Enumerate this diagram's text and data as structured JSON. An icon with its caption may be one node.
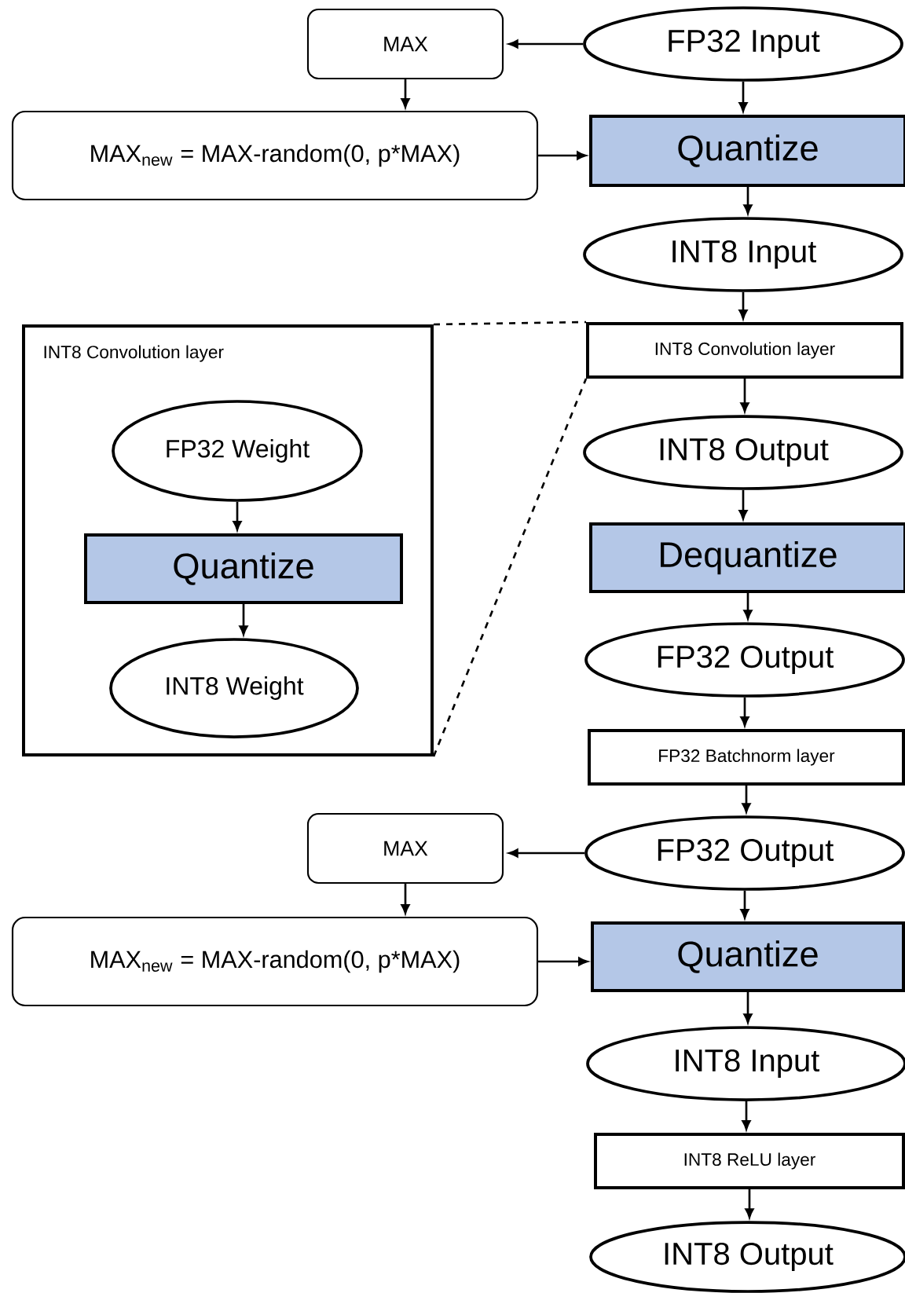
{
  "diagram": {
    "nodes": [
      {
        "text": [
          "MAX"
        ]
      },
      {
        "text": [
          "FP32 Input"
        ]
      },
      {
        "text": [
          "MAX$_{new}$ = MAX-random(0, p*MAX)"
        ]
      },
      {
        "text": [
          "Quantize"
        ]
      },
      {
        "text": [
          "INT8 Input"
        ]
      },
      {
        "text": [
          "INT8 Convolution layer"
        ]
      },
      {
        "text": [
          "FP32 Weight"
        ],
        "in": 5
      },
      {
        "text": [
          "Quantize"
        ],
        "in": 5
      },
      {
        "text": [
          "INT8 Weight"
        ],
        "in": 5
      },
      {
        "text": [
          "INT8 Convolution layer"
        ]
      },
      {
        "text": [
          "INT8 Output"
        ]
      },
      {
        "text": [
          "Dequantize"
        ]
      },
      {
        "text": [
          "FP32 Output"
        ]
      },
      {
        "text": [
          "FP32 Batchnorm layer"
        ]
      },
      {
        "text": [
          "MAX"
        ]
      },
      {
        "text": [
          "FP32 Output"
        ]
      },
      {
        "text": [
          "MAX$_{new}$ = MAX-random(0, p*MAX)"
        ]
      },
      {
        "text": [
          "Quantize"
        ]
      },
      {
        "text": [
          "INT8 Input"
        ]
      },
      {
        "text": [
          "INT8 ReLU layer"
        ]
      },
      {
        "text": [
          "INT8 Output"
        ]
      }
    ],
    "edges": [
      {
        "from": 1,
        "to": 0,
        "arrow": "to"
      },
      {
        "from": 0,
        "to": 2,
        "arrow": "to"
      },
      {
        "from": 1,
        "to": 3,
        "arrow": "to"
      },
      {
        "from": 2,
        "to": 3,
        "arrow": "to"
      },
      {
        "from": 3,
        "to": 4,
        "arrow": "to"
      },
      {
        "from": 4,
        "to": 9,
        "arrow": "to"
      },
      {
        "from": 5,
        "to": 9,
        "arrow": "none",
        "style": "dashed"
      },
      {
        "from": 5,
        "to": 9,
        "arrow": "none",
        "style": "dashed"
      },
      {
        "from": 6,
        "to": 7,
        "arrow": "to"
      },
      {
        "from": 7,
        "to": 8,
        "arrow": "to"
      },
      {
        "from": 9,
        "to": 10,
        "arrow": "to"
      },
      {
        "from": 10,
        "to": 11,
        "arrow": "to"
      },
      {
        "from": 11,
        "to": 12,
        "arrow": "to"
      },
      {
        "from": 12,
        "to": 13,
        "arrow": "to"
      },
      {
        "from": 13,
        "to": 15,
        "arrow": "to"
      },
      {
        "from": 15,
        "to": 14,
        "arrow": "to"
      },
      {
        "from": 14,
        "to": 16,
        "arrow": "to"
      },
      {
        "from": 15,
        "to": 17,
        "arrow": "to"
      },
      {
        "from": 16,
        "to": 17,
        "arrow": "to"
      },
      {
        "from": 17,
        "to": 18,
        "arrow": "to"
      },
      {
        "from": 18,
        "to": 19,
        "arrow": "to"
      },
      {
        "from": 19,
        "to": 20,
        "arrow": "to"
      }
    ]
  }
}
